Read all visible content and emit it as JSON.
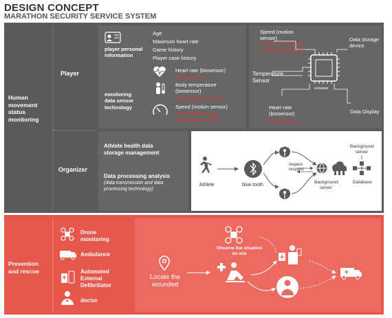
{
  "header": {
    "title": "DESIGN CONCEPT",
    "subtitle": "MARATHON SECURITY SERVICE SYSTEM"
  },
  "sections": {
    "monitoring": "Human movement status monitoring",
    "player": "Player",
    "organizer": "Organizer",
    "prevention": "Prevention and rescue"
  },
  "player_info": {
    "heading": "player personal information",
    "items": [
      "Age",
      "Maximum heart rate",
      "Game history",
      "Player case history"
    ]
  },
  "sensor_tech": {
    "heading": "monitoring data sensor technology",
    "heart": "Heart rate (biosensor)",
    "heart_red": "Pulse sensor",
    "temp": "Body temperature (biosensor)",
    "temp_red": "Temperature Sensor",
    "speed": "Speed (motion sensor)",
    "speed_red": "Three-dimensional acceleration sensor"
  },
  "device": {
    "speed": "Speed (motion sensor)",
    "speed_red": "Three-dimensional acceleration sensor",
    "storage": "Data storage device",
    "temp": "Temperature Sensor",
    "chip": "MSM8909",
    "heart": "Heart rate (biosensor)",
    "heart_red": "Pulse sensor",
    "display": "Data Display"
  },
  "organizer_info": {
    "health": "Athlete health data storage management",
    "analysis": "Data processing analysis",
    "analysis_note": "(data transmission and data processing technology)"
  },
  "flow": {
    "athlete": "Athlete",
    "bluetooth": "blue tooth",
    "request": "request",
    "respond": "respond",
    "bg_server_top": "Background server",
    "bg_server_mid": "Background server",
    "database": "Database"
  },
  "rescue_list": [
    "Drone monitoring",
    "Ambulance",
    "Automated External Defibrillator",
    "doctor"
  ],
  "rescue_flow": {
    "locate": "Locate the wounded",
    "observe": "Observe the situation on site"
  },
  "colors": {
    "gray": "#5a5a5c",
    "red": "#e8574c",
    "alert": "#e9362b"
  }
}
